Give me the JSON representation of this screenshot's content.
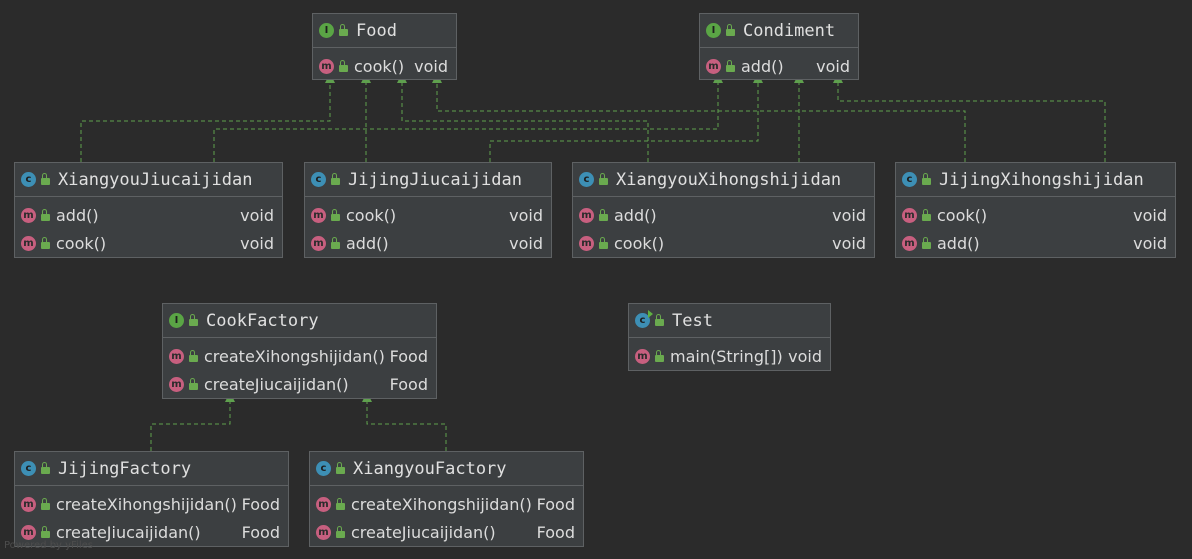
{
  "diagram": {
    "watermark": "Powered by yFiles",
    "colors": {
      "background": "#2b2b2b",
      "node_fill": "#3c3f41",
      "node_border": "#5e6163",
      "edge": "#5fa04e",
      "interface_icon": "#5aa545",
      "class_icon": "#3d8fb5",
      "method_icon": "#c75f7f"
    },
    "nodes": {
      "food": {
        "kind": "interface",
        "kind_letter": "I",
        "title": "Food",
        "members": [
          {
            "icon": "m",
            "name": "cook()",
            "type": "void"
          }
        ]
      },
      "condiment": {
        "kind": "interface",
        "kind_letter": "I",
        "title": "Condiment",
        "members": [
          {
            "icon": "m",
            "name": "add()",
            "type": "void"
          }
        ]
      },
      "xiangyou_jiucai": {
        "kind": "class",
        "kind_letter": "c",
        "title": "XiangyouJiucaijidan",
        "members": [
          {
            "icon": "m",
            "name": "add()",
            "type": "void"
          },
          {
            "icon": "m",
            "name": "cook()",
            "type": "void"
          }
        ]
      },
      "jijing_jiucai": {
        "kind": "class",
        "kind_letter": "c",
        "title": "JijingJiucaijidan",
        "members": [
          {
            "icon": "m",
            "name": "cook()",
            "type": "void"
          },
          {
            "icon": "m",
            "name": "add()",
            "type": "void"
          }
        ]
      },
      "xiangyou_xihong": {
        "kind": "class",
        "kind_letter": "c",
        "title": "XiangyouXihongshijidan",
        "members": [
          {
            "icon": "m",
            "name": "add()",
            "type": "void"
          },
          {
            "icon": "m",
            "name": "cook()",
            "type": "void"
          }
        ]
      },
      "jijing_xihong": {
        "kind": "class",
        "kind_letter": "c",
        "title": "JijingXihongshijidan",
        "members": [
          {
            "icon": "m",
            "name": "cook()",
            "type": "void"
          },
          {
            "icon": "m",
            "name": "add()",
            "type": "void"
          }
        ]
      },
      "cook_factory": {
        "kind": "interface",
        "kind_letter": "I",
        "title": "CookFactory",
        "members": [
          {
            "icon": "m",
            "name": "createXihongshijidan()",
            "type": "Food"
          },
          {
            "icon": "m",
            "name": "createJiucaijidan()",
            "type": "Food"
          }
        ]
      },
      "test": {
        "kind": "class",
        "kind_letter": "c",
        "title": "Test",
        "members": [
          {
            "icon": "m",
            "name": "main(String[])",
            "type": "void"
          }
        ]
      },
      "jijing_factory": {
        "kind": "class",
        "kind_letter": "c",
        "title": "JijingFactory",
        "members": [
          {
            "icon": "m",
            "name": "createXihongshijidan()",
            "type": "Food"
          },
          {
            "icon": "m",
            "name": "createJiucaijidan()",
            "type": "Food"
          }
        ]
      },
      "xiangyou_factory": {
        "kind": "class",
        "kind_letter": "c",
        "title": "XiangyouFactory",
        "members": [
          {
            "icon": "m",
            "name": "createXihongshijidan()",
            "type": "Food"
          },
          {
            "icon": "m",
            "name": "createJiucaijidan()",
            "type": "Food"
          }
        ]
      }
    },
    "edges": [
      {
        "from": "xiangyou_jiucai",
        "to": "food",
        "type": "implements"
      },
      {
        "from": "xiangyou_jiucai",
        "to": "condiment",
        "type": "implements"
      },
      {
        "from": "jijing_jiucai",
        "to": "food",
        "type": "implements"
      },
      {
        "from": "jijing_jiucai",
        "to": "condiment",
        "type": "implements"
      },
      {
        "from": "xiangyou_xihong",
        "to": "food",
        "type": "implements"
      },
      {
        "from": "xiangyou_xihong",
        "to": "condiment",
        "type": "implements"
      },
      {
        "from": "jijing_xihong",
        "to": "food",
        "type": "implements"
      },
      {
        "from": "jijing_xihong",
        "to": "condiment",
        "type": "implements"
      },
      {
        "from": "jijing_factory",
        "to": "cook_factory",
        "type": "implements"
      },
      {
        "from": "xiangyou_factory",
        "to": "cook_factory",
        "type": "implements"
      }
    ]
  }
}
